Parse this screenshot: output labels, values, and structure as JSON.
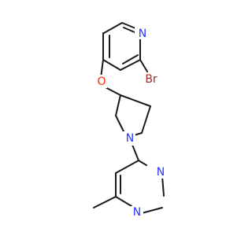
{
  "diagram": {
    "type": "chemical-structure",
    "atom_labels": {
      "pyridine_n": "N",
      "bromine": "Br",
      "ether_o": "O",
      "pyrrolidine_n": "N",
      "pyrimidine_n1": "N",
      "pyrimidine_n2": "N"
    },
    "colors": {
      "carbon_bond": "#1a1a1a",
      "nitrogen": "#2a33ff",
      "oxygen": "#ff2a00",
      "bromine": "#a52a2a",
      "background": "#ffffff"
    }
  }
}
